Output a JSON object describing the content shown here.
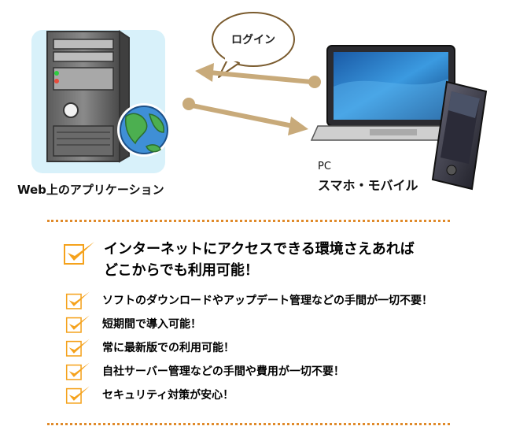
{
  "diagram": {
    "server_caption": "Web上のアプリケーション",
    "bubble_label": "ログイン",
    "client_caption_line1": "PC",
    "client_caption_line2": "スマホ・モバイル"
  },
  "headline": {
    "line1": "インターネットにアクセスできる環境さえあれば",
    "line2": "どこからでも利用可能！"
  },
  "benefits": [
    "ソフトのダウンロードやアップデート管理などの手間が一切不要！",
    "短期間で導入可能！",
    "常に最新版での利用可能！",
    "自社サーバー管理などの手間や費用が一切不要！",
    "セキュリティ対策が安心！"
  ],
  "colors": {
    "accent_orange": "#f5a21c",
    "divider": "#e08a2a",
    "arrow": "#c8aa7a"
  }
}
